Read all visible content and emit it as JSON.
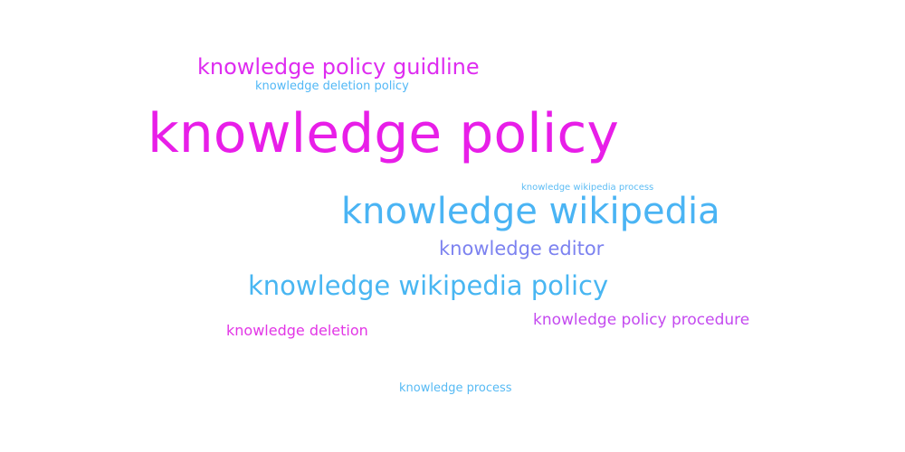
{
  "word_cloud": {
    "words": [
      {
        "text": "knowledge policy",
        "color": "#e81ee8"
      },
      {
        "text": "knowledge wikipedia",
        "color": "#4ab4f4"
      },
      {
        "text": "knowledge wikipedia policy",
        "color": "#48b6f2"
      },
      {
        "text": "knowledge policy guidline",
        "color": "#de2cf0"
      },
      {
        "text": "knowledge editor",
        "color": "#7c82f0"
      },
      {
        "text": "knowledge policy procedure",
        "color": "#c44aef"
      },
      {
        "text": "knowledge deletion",
        "color": "#e236e6"
      },
      {
        "text": "knowledge deletion policy",
        "color": "#52b8f6"
      },
      {
        "text": "knowledge process",
        "color": "#56baf4"
      },
      {
        "text": "knowledge wikipedia process",
        "color": "#5cbcf4"
      }
    ]
  }
}
